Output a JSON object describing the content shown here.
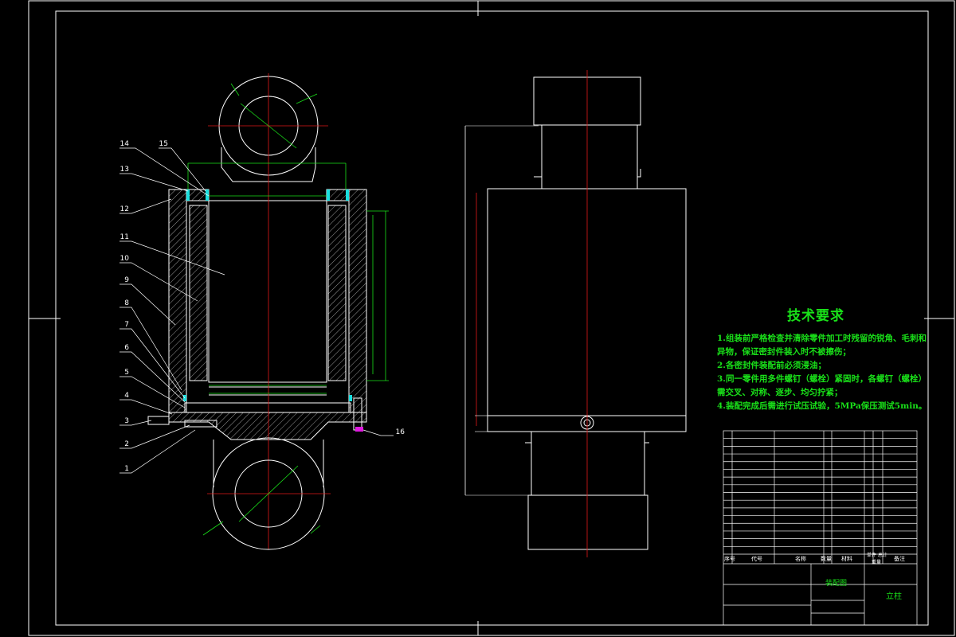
{
  "title": "技术要求",
  "requirements": [
    "1.组装前严格检查并清除零件加工时残留的锐角、毛刺和",
    "异物，保证密封件装入时不被擦伤；",
    "2.各密封件装配前必须浸油；",
    "3.同一零件用多件螺钉（螺栓）紧固时，各螺钉（螺栓）",
    "需交叉、对称、逐步、均匀拧紧；",
    "4.装配完成后需进行试压试验，5MPa保压测试5min。"
  ],
  "part_numbers": [
    "14",
    "15",
    "13",
    "12",
    "11",
    "10",
    "9",
    "8",
    "7",
    "6",
    "5",
    "4",
    "3",
    "2",
    "1",
    "16"
  ],
  "title_block": {
    "header": [
      "序号",
      "代号",
      "名称",
      "数量",
      "材料",
      "单件 总计",
      "重量",
      "备注"
    ],
    "drawing_name": "装配图",
    "product": "立柱"
  },
  "colors": {
    "background": "#000000",
    "outline": "#ffffff",
    "dimension": "#19e019",
    "centerline": "#e01919",
    "hatch": "#ffffff",
    "seal": "#19e0e0"
  }
}
